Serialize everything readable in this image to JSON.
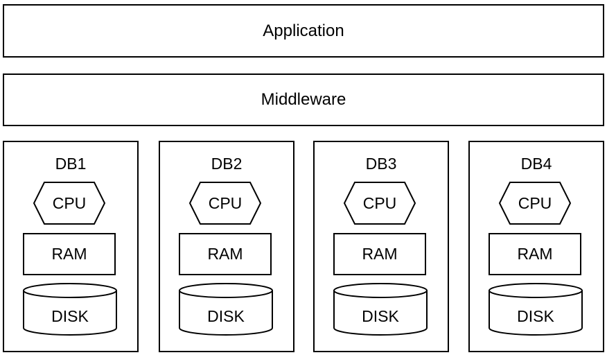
{
  "layers": {
    "application": "Application",
    "middleware": "Middleware"
  },
  "databases": [
    {
      "name": "DB1",
      "cpu": "CPU",
      "ram": "RAM",
      "disk": "DISK"
    },
    {
      "name": "DB2",
      "cpu": "CPU",
      "ram": "RAM",
      "disk": "DISK"
    },
    {
      "name": "DB3",
      "cpu": "CPU",
      "ram": "RAM",
      "disk": "DISK"
    },
    {
      "name": "DB4",
      "cpu": "CPU",
      "ram": "RAM",
      "disk": "DISK"
    }
  ],
  "colors": {
    "stroke": "#000000",
    "fill": "#ffffff"
  }
}
